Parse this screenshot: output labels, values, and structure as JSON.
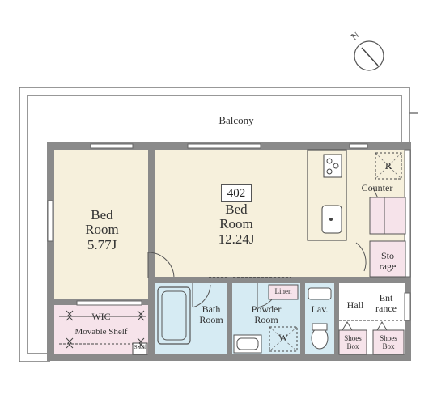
{
  "plan": {
    "unit_number": "402",
    "compass_letter": "N",
    "colors": {
      "wall": "#8a8a8a",
      "room_beige": "#f6f0dc",
      "wet_blue": "#d6ebf3",
      "closet_pink": "#f6e3ea",
      "hall_white": "#ffffff"
    },
    "rooms": {
      "balcony": "Balcony",
      "bedroom_small": {
        "line1": "Bed",
        "line2": "Room",
        "area": "5.77J"
      },
      "bedroom_large": {
        "line1": "Bed",
        "line2": "Room",
        "area": "12.24J"
      },
      "counter": "Counter",
      "storage": {
        "line1": "Sto",
        "line2": "rage"
      },
      "wic": "WIC",
      "movable_shelf": "Movable Shelf",
      "shelf": "Shelf",
      "bath": {
        "line1": "Bath",
        "line2": "Room"
      },
      "powder": {
        "line1": "Powder",
        "line2": "Room"
      },
      "linen": "Linen",
      "lav": "Lav.",
      "hall": "Hall",
      "entrance": {
        "line1": "Ent",
        "line2": "rance"
      },
      "shoes_box_left": {
        "line1": "Shoes",
        "line2": "Box"
      },
      "shoes_box_right": {
        "line1": "Shoes",
        "line2": "Box"
      },
      "fridge_mark": "R",
      "washer_mark": "W"
    }
  }
}
